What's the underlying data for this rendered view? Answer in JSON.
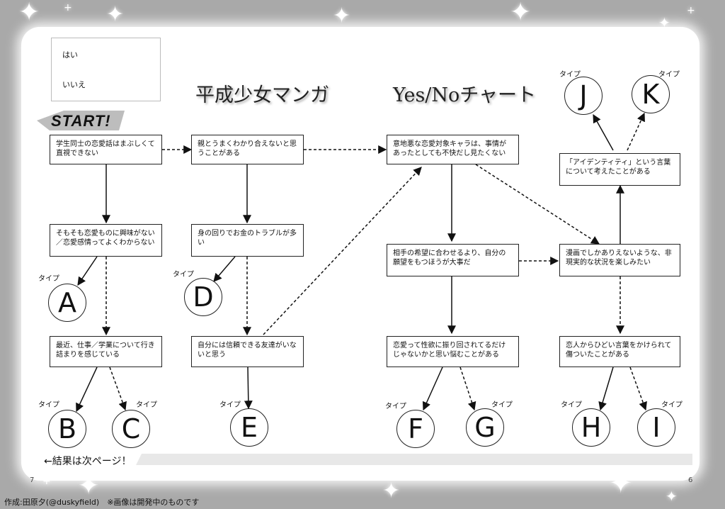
{
  "legend": {
    "yes": "はい",
    "no": "いいえ"
  },
  "title": {
    "part1": "平成少女マンガ",
    "part2": "Yes/Noチャート"
  },
  "start_label": "START!",
  "type_word": "タイプ",
  "questions": {
    "q1": "学生同士の恋愛話はまぶしくて直視できない",
    "q2": "そもそも恋愛ものに興味がない／恋愛感情ってよくわからない",
    "q3": "最近、仕事／学業について行き詰まりを感じている",
    "q4": "親とうまくわかり合えないと思うことがある",
    "q5": "身の回りでお金のトラブルが多い",
    "q6": "自分には信頼できる友達がいないと思う",
    "q7": "意地悪な恋愛対象キャラは、事情があったとしても不快だし見たくない",
    "q8": "相手の希望に合わせるより、自分の願望をもつほうが大事だ",
    "q9": "恋愛って性欲に振り回されてるだけじゃないかと思い悩むことがある",
    "q10": "漫画でしかありえないような、非現実的な状況を楽しみたい",
    "q11": "恋人からひどい言葉をかけられて傷ついたことがある",
    "q12": "「アイデンティティ」という言葉について考えたことがある"
  },
  "types": {
    "A": "A",
    "B": "B",
    "C": "C",
    "D": "D",
    "E": "E",
    "F": "F",
    "G": "G",
    "H": "H",
    "I": "I",
    "J": "J",
    "K": "K"
  },
  "footer": {
    "next_page": "←結果は次ページ！",
    "page_left": "7",
    "page_right": "6",
    "credit": "作成:田原夕(@duskyfield)　※画像は開発中のものです"
  }
}
